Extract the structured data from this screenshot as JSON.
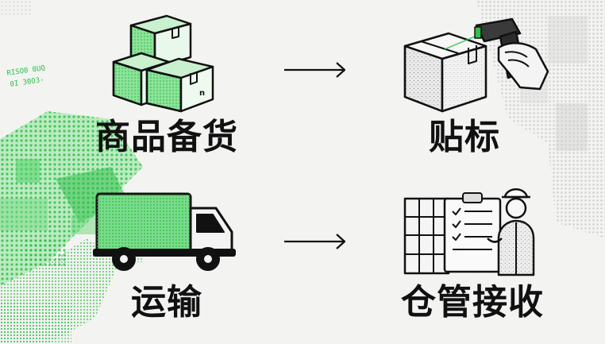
{
  "steps": [
    {
      "label": "商品备货",
      "icon": "stacked-boxes-icon"
    },
    {
      "label": "贴标",
      "icon": "box-with-barcode-scanner-icon"
    },
    {
      "label": "运输",
      "icon": "delivery-truck-icon"
    },
    {
      "label": "仓管接收",
      "icon": "worker-with-clipboard-icon"
    }
  ],
  "decoration": {
    "code_lines": [
      "RISO0 0UQ",
      "0I 30O3-"
    ]
  },
  "colors": {
    "accent_green": "#2fbf4a",
    "light_green": "#8ee39a",
    "ink": "#111111",
    "background": "#f3f3f1"
  }
}
